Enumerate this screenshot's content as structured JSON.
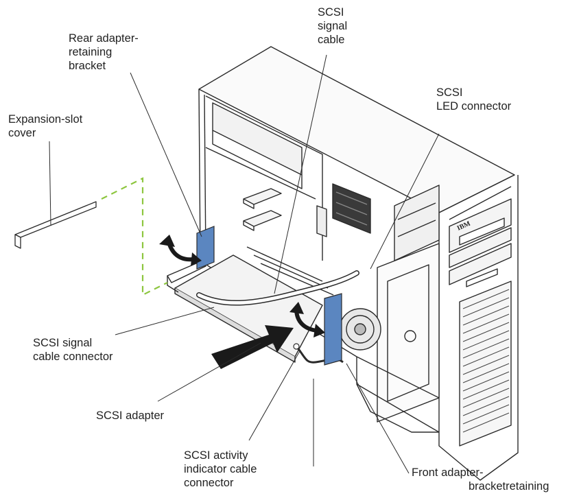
{
  "labels": {
    "scsi_signal_cable": [
      "SCSI",
      "signal",
      "cable"
    ],
    "rear_bracket": [
      "Rear adapter-",
      "retaining",
      "bracket"
    ],
    "scsi_led_connector": [
      "SCSI",
      "LED connector"
    ],
    "expansion_slot_cover": [
      "Expansion-slot",
      "cover"
    ],
    "scsi_signal_cable_connector": [
      "SCSI signal",
      "cable connector"
    ],
    "scsi_adapter": [
      "SCSI adapter"
    ],
    "scsi_activity_connector": [
      "SCSI activity",
      "indicator cable",
      "connector"
    ],
    "front_bracket": [
      "Front adapter-",
      "bracketretaining"
    ]
  },
  "brand_mark": "IBM",
  "colors": {
    "line": "#2a2a2a",
    "bracket_blue": "#5b86c0",
    "slot_guide_green": "#8dc63f",
    "arrow_black": "#1a1a1a"
  }
}
